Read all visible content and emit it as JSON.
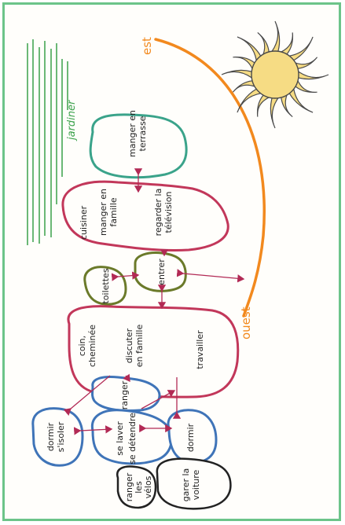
{
  "colors": {
    "frame": "#6cc489",
    "garden_lines": "#3aa14a",
    "orange_arc": "#f2891e",
    "pink_zone": "#c2375a",
    "teal_zone": "#3aa38a",
    "olive_zone": "#6b7a2a",
    "blue_zone": "#3f74b8",
    "black_zone": "#222222",
    "arrow": "#b22a55",
    "sun_fill": "#f6dc84",
    "sun_stroke": "#4a4a4a"
  },
  "compass": {
    "east": "est",
    "west": "ouest"
  },
  "garden": {
    "label": "jardiner"
  },
  "zones": {
    "terrace": [
      "manger en",
      "terrasse"
    ],
    "kitchen": {
      "cook": "cuisiner",
      "eat": [
        "manger en",
        "famille"
      ],
      "tv": [
        "regarder la",
        "télévision"
      ]
    },
    "toilets": "toilettes",
    "entrance": "entrer",
    "living": {
      "corner": [
        "coin,",
        "cheminée"
      ],
      "discuss": [
        "discuter",
        "en famille"
      ],
      "work": "travailler"
    },
    "storage": "ranger",
    "isolate": [
      "dormir",
      "s'isoler"
    ],
    "bathroom": [
      "se laver",
      "se détendre"
    ],
    "sleep": "dormir",
    "bikes": [
      "ranger",
      "les",
      "vélos"
    ],
    "car": [
      "garer la",
      "voiture"
    ]
  }
}
